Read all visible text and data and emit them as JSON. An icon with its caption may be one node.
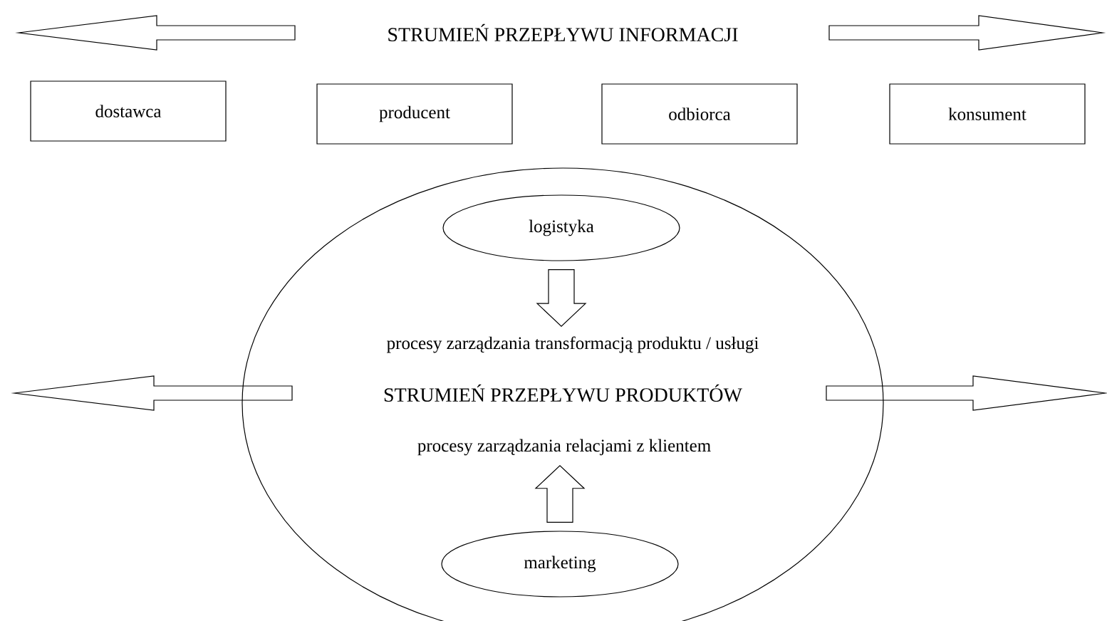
{
  "diagram": {
    "nodes": [
      {
        "text": [
          "dostawca"
        ]
      },
      {
        "text": [
          "producent"
        ]
      },
      {
        "text": [
          "odbiorca"
        ]
      },
      {
        "text": [
          "konsument"
        ]
      },
      {
        "text": [],
        "shape": "ellipse"
      },
      {
        "text": [
          "logistyka"
        ],
        "in": 4
      },
      {
        "text": [
          "procesy zarządzania transformacją produktu / usługi"
        ],
        "in": 4
      },
      {
        "text": [
          "STRUMIEŃ PRZEPŁYWU PRODUKTÓW"
        ],
        "in": 4
      },
      {
        "text": [
          "procesy zarządzania relacjami z klientem"
        ],
        "in": 4
      },
      {
        "text": [
          "marketing"
        ],
        "in": 4
      }
    ],
    "edges": [
      {
        "from": 5,
        "to": 6,
        "arrow": "to"
      },
      {
        "from": 9,
        "to": 8,
        "arrow": "to"
      }
    ],
    "labels": [
      "STRUMIEŃ PRZEPŁYWU INFORMACJI"
    ]
  }
}
